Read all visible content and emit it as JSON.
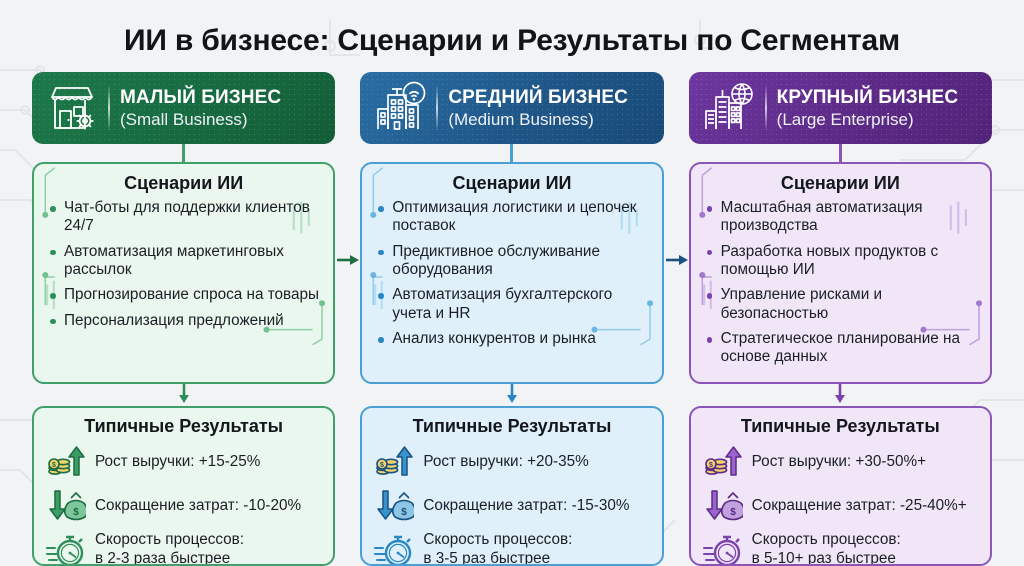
{
  "title": "ИИ в бизнесе: Сценарии и Результаты по Сегментам",
  "theme": {
    "background": "#f2f3f5",
    "green_header": "#1a6b41",
    "blue_header": "#1d5282",
    "purple_header": "#5e2b87",
    "green_box_bg": "#e9f7ee",
    "blue_box_bg": "#dff0fb",
    "purple_box_bg": "#f0e6f8",
    "green_border": "#3fa06a",
    "blue_border": "#4a9fd4",
    "purple_border": "#8b55b8",
    "green_arrow": "#1f6e44",
    "blue_arrow": "#1d4f80"
  },
  "columns": [
    {
      "key": "small",
      "icon": "storefront-gear-icon",
      "header_title": "МАЛЫЙ БИЗНЕС",
      "header_sub": "(Small Business)",
      "scenarios_heading": "Сценарии ИИ",
      "scenarios": [
        "Чат-боты для поддержки клиентов 24/7",
        "Автоматизация маркетинговых рассылок",
        "Прогнозирование спроса на товары",
        "Персонализация предложений"
      ],
      "results_heading": "Типичные Результаты",
      "results": [
        {
          "icon": "revenue-growth-icon",
          "text": "Рост выручки: +15-25%"
        },
        {
          "icon": "cost-reduction-icon",
          "text": "Сокращение затрат: -10-20%"
        },
        {
          "icon": "stopwatch-icon",
          "text": "Скорость процессов:\nв 2-3 раза быстрее"
        }
      ]
    },
    {
      "key": "medium",
      "icon": "office-buildings-wifi-icon",
      "header_title": "СРЕДНИЙ БИЗНЕС",
      "header_sub": "(Medium Business)",
      "scenarios_heading": "Сценарии ИИ",
      "scenarios": [
        "Оптимизация логистики и цепочек поставок",
        "Предиктивное обслуживание оборудования",
        "Автоматизация бухгалтерского учета и HR",
        "Анализ конкурентов и рынка"
      ],
      "results_heading": "Типичные Результаты",
      "results": [
        {
          "icon": "revenue-growth-icon",
          "text": "Рост выручки: +20-35%"
        },
        {
          "icon": "cost-reduction-icon",
          "text": "Сокращение затрат: -15-30%"
        },
        {
          "icon": "stopwatch-icon",
          "text": "Скорость процессов:\nв 3-5 раз быстрее"
        }
      ]
    },
    {
      "key": "large",
      "icon": "skyscrapers-globe-icon",
      "header_title": "КРУПНЫЙ БИЗНЕС",
      "header_sub": "(Large Enterprise)",
      "scenarios_heading": "Сценарии ИИ",
      "scenarios": [
        "Масштабная автоматизация производства",
        "Разработка новых продуктов с помощью ИИ",
        "Управление рисками и безопасностью",
        "Стратегическое планирование на основе данных"
      ],
      "results_heading": "Типичные Результаты",
      "results": [
        {
          "icon": "revenue-growth-icon",
          "text": "Рост выручки: +30-50%+"
        },
        {
          "icon": "cost-reduction-icon",
          "text": "Сокращение затрат: -25-40%+"
        },
        {
          "icon": "stopwatch-icon",
          "text": "Скорость процессов:\nв 5-10+ раз быстрее"
        }
      ]
    }
  ]
}
